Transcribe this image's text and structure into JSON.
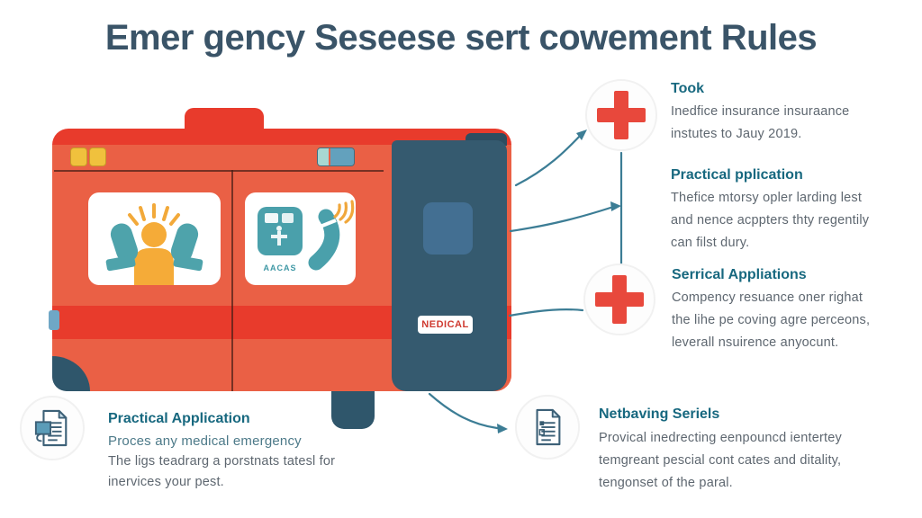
{
  "title": "Emer gency Seseese sert cowement Rules",
  "colors": {
    "title_text": "#3a5468",
    "heading_teal": "#17687f",
    "body_gray": "#5e6770",
    "cross_red": "#e8483c",
    "ambulance_red": "#e83b2c",
    "ambulance_orange": "#ea6045",
    "cab_slate": "#355a6f",
    "connector_teal": "#3c7d95",
    "light_yellow": "#f0c13d"
  },
  "ambulance": {
    "medical_label": "NEDICAL",
    "device_label": "AACAS",
    "window_icons": [
      "caring-hands-person-icon",
      "medical-device-handset-icon"
    ]
  },
  "info_blocks": [
    {
      "icon": "red-cross-icon",
      "heading": "Took",
      "lines": [
        "Inedfice insurance insuraance",
        "instutes to Jauy 2019."
      ]
    },
    {
      "icon": "none",
      "heading": "Practical pplication",
      "lines": [
        "Thefice mtorsy opler larding lest",
        "and nence acppters thty regentily",
        "can filst dury."
      ]
    },
    {
      "icon": "red-cross-icon",
      "heading": "Serrical Appliations",
      "lines": [
        "Compency resuance oner righat",
        "the lihe pe coving agre perceons,",
        "leverall nsuirence anyocunt."
      ]
    },
    {
      "icon": "document-icon",
      "heading": "Netbaving Seriels",
      "lines": [
        "Provical inedrecting eenpouncd ientertey",
        "temgreant pescial cont cates and ditality,",
        "tengonset of the paral."
      ]
    }
  ],
  "bottom_left_block": {
    "icon": "document-icon",
    "heading": "Practical Application",
    "subheading": "Proces any medical emergency",
    "lines": [
      "The ligs teadrarg a porstnats tatesl for",
      "inervices your pest."
    ]
  }
}
